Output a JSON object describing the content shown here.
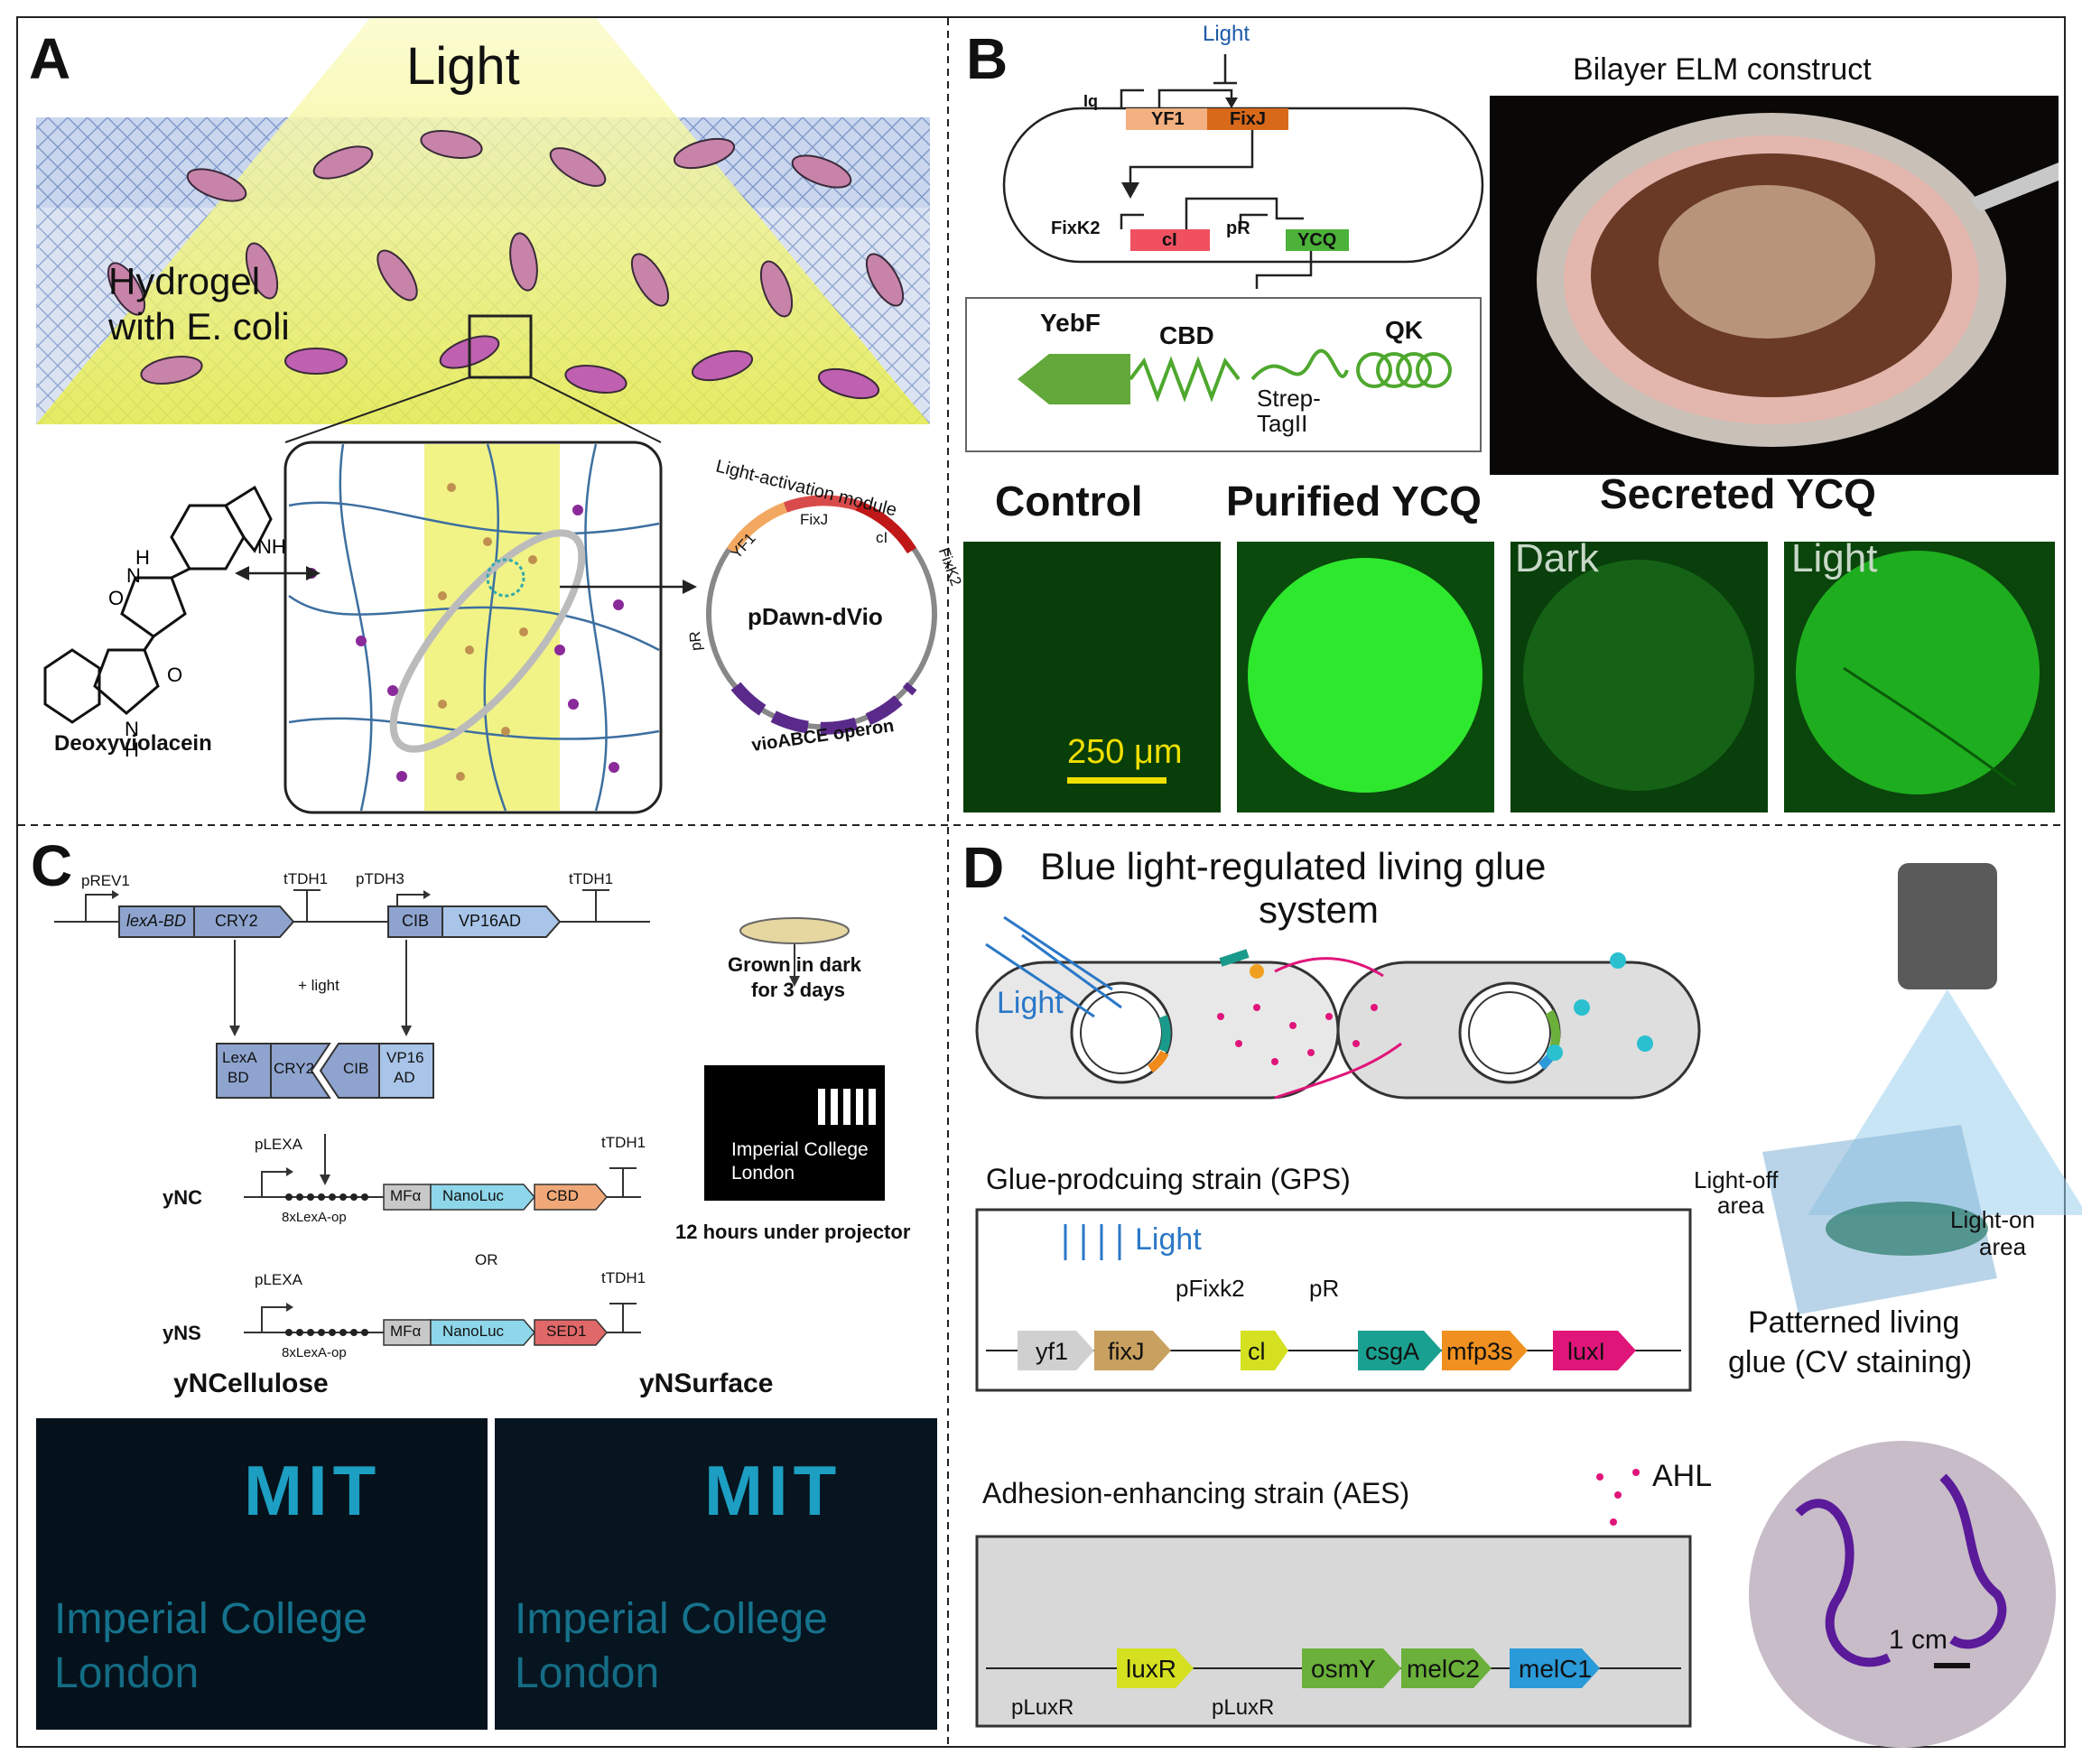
{
  "colors": {
    "light_yellow": "#f2f25a",
    "hydrogel_blue": "#6f8fd8",
    "ecoli_pink": "#c56fb0",
    "violacein_purple": "#5a2a8a",
    "gfp_green": "#2ee82e",
    "scale_yellow": "#f0e000",
    "nanoluc_cyan": "#21b8e0",
    "blue_light": "#2a78c8",
    "magenta": "#e0157a"
  },
  "panelA": {
    "label": "A",
    "light": "Light",
    "hydrogel_line1": "Hydrogel",
    "hydrogel_line2": "with E. coli",
    "deoxyviolacein": "Deoxyviolacein",
    "plasmid_name": "pDawn-dVio",
    "module": "Light-activation module",
    "yf1": "YF1",
    "fixj": "FixJ",
    "ci": "cI",
    "fixk2": "FixK2",
    "pr": "pR",
    "operon": "vioABCE operon"
  },
  "panelB": {
    "label": "B",
    "light": "Light",
    "iq": "Iq",
    "yf1": "YF1",
    "fixj": "FixJ",
    "fixk2": "FixK2",
    "ci": "cI",
    "pr": "pR",
    "ycq": "YCQ",
    "yebf": "YebF",
    "cbd": "CBD",
    "qk": "QK",
    "strep": "Strep-",
    "tag": "TagII",
    "photo_title": "Bilayer ELM construct",
    "control": "Control",
    "purified": "Purified YCQ",
    "secreted": "Secreted YCQ",
    "dark": "Dark",
    "light_img": "Light",
    "scale": "250 μm"
  },
  "panelC": {
    "label": "C",
    "prev1": "pREV1",
    "tdh1a": "tTDH1",
    "ptdh3": "pTDH3",
    "tdh1b": "tTDH1",
    "lexabd": "lexA-BD",
    "cry2": "CRY2",
    "cib": "CIB",
    "vp16ad": "VP16AD",
    "plus_light": "+ light",
    "lexa_bd_1": "LexA",
    "lexa_bd_2": "BD",
    "cry2b": "CRY2",
    "cibb": "CIB",
    "vp16_1": "VP16",
    "vp16_2": "AD",
    "plexa1": "pLEXA",
    "ttdh1c": "tTDH1",
    "ync": "yNC",
    "lexaop1": "8xLexA-op",
    "mfa": "MFα",
    "nanoluc": "NanoLuc",
    "cbd": "CBD",
    "or": "OR",
    "plexa2": "pLEXA",
    "ttdh1d": "tTDH1",
    "yns": "yNS",
    "lexaop2": "8xLexA-op",
    "sed1": "SED1",
    "grown1": "Grown in dark",
    "grown2": "for 3 days",
    "logo_mit": "MIT",
    "logo_ic1": "Imperial College",
    "logo_ic2": "London",
    "projector": "12 hours under projector",
    "ynCellulose": "yNCellulose",
    "ynSurface": "yNSurface"
  },
  "panelD": {
    "label": "D",
    "title1": "Blue light-regulated living glue",
    "title2": "system",
    "light": "Light",
    "gps": "Glue-prodcuing strain (GPS)",
    "light2": "Light",
    "pfixk2": "pFixk2",
    "pr": "pR",
    "yf1": "yf1",
    "fixj": "fixJ",
    "ci": "cl",
    "csga": "csgA",
    "mfp3s": "mfp3s",
    "luxi": "luxI",
    "ahl": "AHL",
    "aes": "Adhesion-enhancing strain (AES)",
    "pluxr1": "pLuxR",
    "pluxr2": "pLuxR",
    "luxr": "luxR",
    "osmy": "osmY",
    "melc2": "melC2",
    "melc1": "melC1",
    "lightoff1": "Light-off",
    "lightoff2": "area",
    "lighton1": "Light-on",
    "lighton2": "area",
    "patterned1": "Patterned living",
    "patterned2": "glue (CV staining)",
    "scale": "1 cm"
  }
}
